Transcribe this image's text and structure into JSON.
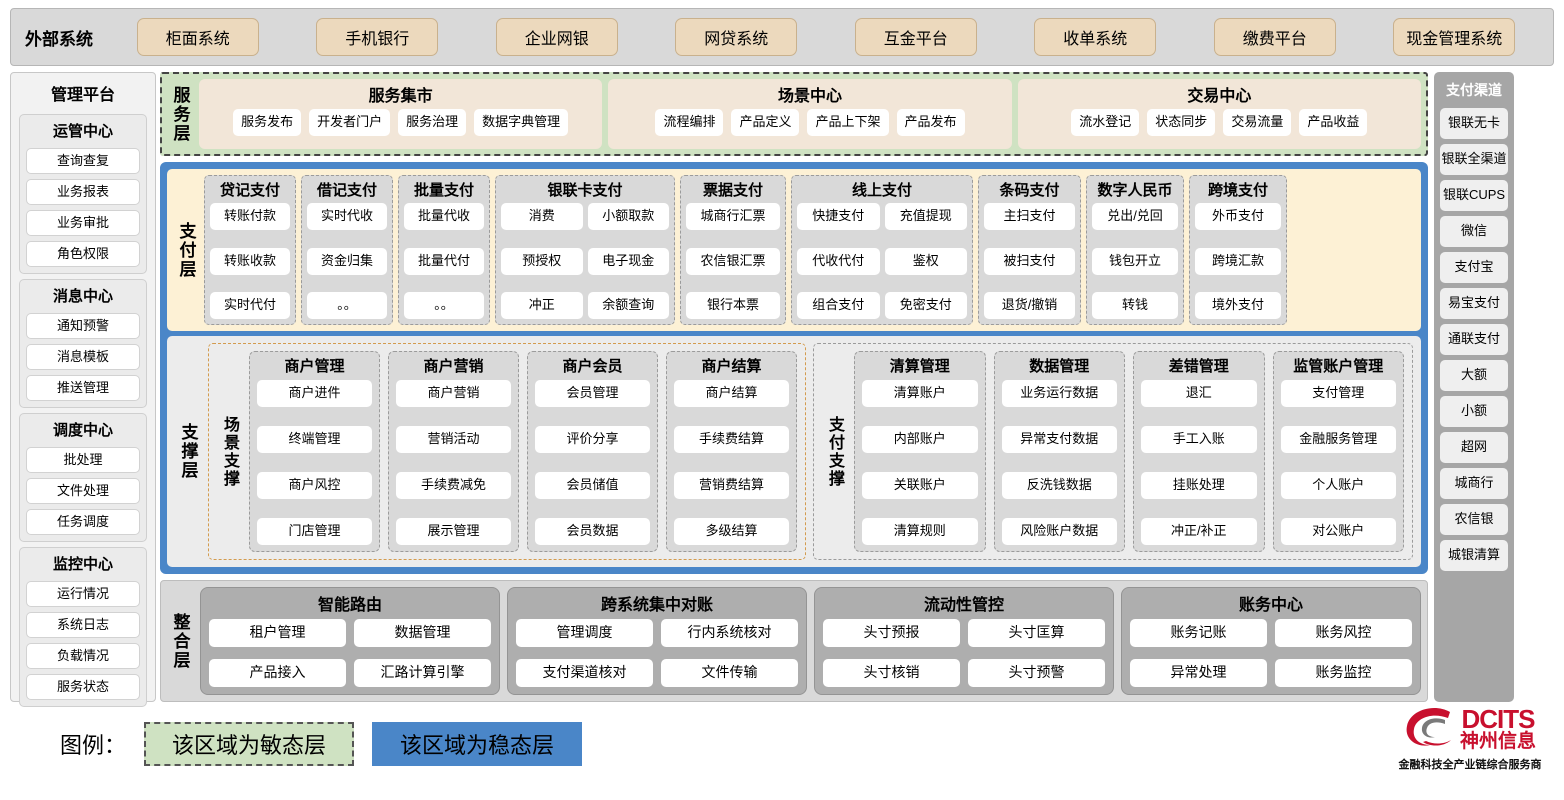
{
  "external_systems": {
    "title": "外部系统",
    "items": [
      "柜面系统",
      "手机银行",
      "企业网银",
      "网贷系统",
      "互金平台",
      "收单系统",
      "缴费平台",
      "现金管理系统"
    ]
  },
  "mgmt_platform": {
    "title": "管理平台",
    "groups": [
      {
        "title": "运管中心",
        "items": [
          "查询查复",
          "业务报表",
          "业务审批",
          "角色权限"
        ]
      },
      {
        "title": "消息中心",
        "items": [
          "通知预警",
          "消息模板",
          "推送管理"
        ]
      },
      {
        "title": "调度中心",
        "items": [
          "批处理",
          "文件处理",
          "任务调度"
        ]
      },
      {
        "title": "监控中心",
        "items": [
          "运行情况",
          "系统日志",
          "负载情况",
          "服务状态"
        ]
      }
    ]
  },
  "pay_channel": {
    "title": "支付渠道",
    "items": [
      "银联无卡",
      "银联全渠道",
      "银联CUPS",
      "微信",
      "支付宝",
      "易宝支付",
      "通联支付",
      "大额",
      "小额",
      "超网",
      "城商行",
      "农信银",
      "城银清算"
    ]
  },
  "service_layer": {
    "label": "服务层",
    "groups": [
      {
        "name": "服务集市",
        "items": [
          "服务发布",
          "开发者门户",
          "服务治理",
          "数据字典管理"
        ]
      },
      {
        "name": "场景中心",
        "items": [
          "流程编排",
          "产品定义",
          "产品上下架",
          "产品发布"
        ]
      },
      {
        "name": "交易中心",
        "items": [
          "流水登记",
          "状态同步",
          "交易流量",
          "产品收益"
        ]
      }
    ]
  },
  "payment_layer": {
    "label": "支付层",
    "groups": [
      {
        "name": "贷记支付",
        "cols": 1,
        "rows": [
          [
            "转账付款"
          ],
          [
            "转账收款"
          ],
          [
            "实时代付"
          ]
        ]
      },
      {
        "name": "借记支付",
        "cols": 1,
        "rows": [
          [
            "实时代收"
          ],
          [
            "资金归集"
          ],
          [
            "。。"
          ]
        ]
      },
      {
        "name": "批量支付",
        "cols": 1,
        "rows": [
          [
            "批量代收"
          ],
          [
            "批量代付"
          ],
          [
            "。。"
          ]
        ]
      },
      {
        "name": "银联卡支付",
        "cols": 2,
        "rows": [
          [
            "消费",
            "小额取款"
          ],
          [
            "预授权",
            "电子现金"
          ],
          [
            "冲正",
            "余额查询"
          ]
        ]
      },
      {
        "name": "票据支付",
        "cols": 1,
        "rows": [
          [
            "城商行汇票"
          ],
          [
            "农信银汇票"
          ],
          [
            "银行本票"
          ]
        ]
      },
      {
        "name": "线上支付",
        "cols": 2,
        "rows": [
          [
            "快捷支付",
            "充值提现"
          ],
          [
            "代收代付",
            "鉴权"
          ],
          [
            "组合支付",
            "免密支付"
          ]
        ]
      },
      {
        "name": "条码支付",
        "cols": 1,
        "rows": [
          [
            "主扫支付"
          ],
          [
            "被扫支付"
          ],
          [
            "退货/撤销"
          ]
        ]
      },
      {
        "name": "数字人民币",
        "cols": 1,
        "rows": [
          [
            "兑出/兑回"
          ],
          [
            "钱包开立"
          ],
          [
            "转钱"
          ]
        ]
      },
      {
        "name": "跨境支付",
        "cols": 1,
        "rows": [
          [
            "外币支付"
          ],
          [
            "跨境汇款"
          ],
          [
            "境外支付"
          ]
        ]
      }
    ]
  },
  "support_layer": {
    "label": "支撑层",
    "scene_support": {
      "label": "场景支撑",
      "groups": [
        {
          "name": "商户管理",
          "items": [
            "商户进件",
            "终端管理",
            "商户风控",
            "门店管理"
          ]
        },
        {
          "name": "商户营销",
          "items": [
            "商户营销",
            "营销活动",
            "手续费减免",
            "展示管理"
          ]
        },
        {
          "name": "商户会员",
          "items": [
            "会员管理",
            "评价分享",
            "会员储值",
            "会员数据"
          ]
        },
        {
          "name": "商户结算",
          "items": [
            "商户结算",
            "手续费结算",
            "营销费结算",
            "多级结算"
          ]
        }
      ]
    },
    "pay_support": {
      "label": "支付支撑",
      "groups": [
        {
          "name": "清算管理",
          "items": [
            "清算账户",
            "内部账户",
            "关联账户",
            "清算规则"
          ]
        },
        {
          "name": "数据管理",
          "items": [
            "业务运行数据",
            "异常支付数据",
            "反洗钱数据",
            "风险账户数据"
          ]
        },
        {
          "name": "差错管理",
          "items": [
            "退汇",
            "手工入账",
            "挂账处理",
            "冲正/补正"
          ]
        },
        {
          "name": "监管账户管理",
          "items": [
            "支付管理",
            "金融服务管理",
            "个人账户",
            "对公账户"
          ]
        }
      ]
    }
  },
  "integration_layer": {
    "label": "整合层",
    "groups": [
      {
        "name": "智能路由",
        "rows": [
          [
            "租户管理",
            "数据管理"
          ],
          [
            "产品接入",
            "汇路计算引擎"
          ]
        ]
      },
      {
        "name": "跨系统集中对账",
        "rows": [
          [
            "管理调度",
            "行内系统核对"
          ],
          [
            "支付渠道核对",
            "文件传输"
          ]
        ]
      },
      {
        "name": "流动性管控",
        "rows": [
          [
            "头寸预报",
            "头寸匡算"
          ],
          [
            "头寸核销",
            "头寸预警"
          ]
        ]
      },
      {
        "name": "账务中心",
        "rows": [
          [
            "账务记账",
            "账务风控"
          ],
          [
            "异常处理",
            "账务监控"
          ]
        ]
      }
    ]
  },
  "legend": {
    "label": "图例：",
    "agile": "该区域为敏态层",
    "stable": "该区域为稳态层",
    "agile_color": "#cfe2c2",
    "stable_color": "#4a86c8"
  },
  "logo": {
    "brand_en": "DCITS",
    "brand_cn": "神州信息",
    "tagline": "金融科技全产业链综合服务商",
    "color": "#c8102e"
  }
}
